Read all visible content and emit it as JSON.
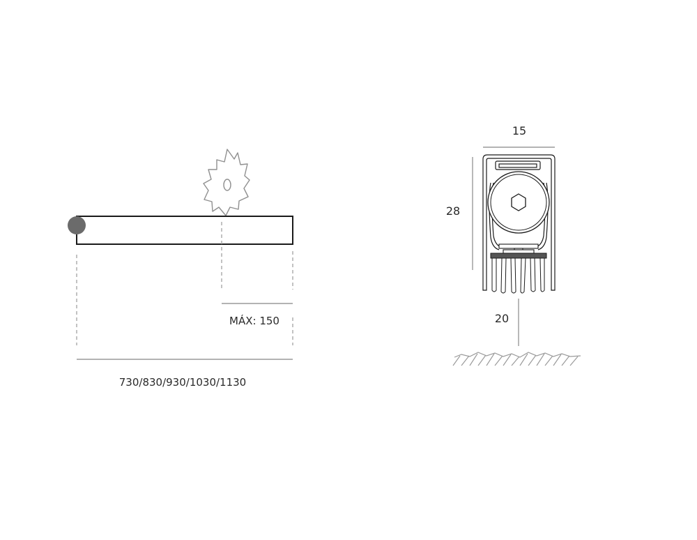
{
  "left_view": {
    "length_label": "730/830/930/1030/1130",
    "max_cut_label": "MÁX: 150",
    "saw_icon": "circular-saw-blade-icon",
    "pivot_icon": "pivot-dot-icon"
  },
  "right_view": {
    "width_label": "15",
    "height_label": "28",
    "travel_label": "20",
    "screw_icon": "hex-socket-screw-icon",
    "floor_icon": "floor-hatching-icon"
  },
  "colors": {
    "outline": "#1a1a1a",
    "dimension_line": "#9a9a9a",
    "pivot_fill": "#6b6b6b",
    "saw_stroke": "#8f8f8f",
    "text": "#2a2a2a"
  }
}
